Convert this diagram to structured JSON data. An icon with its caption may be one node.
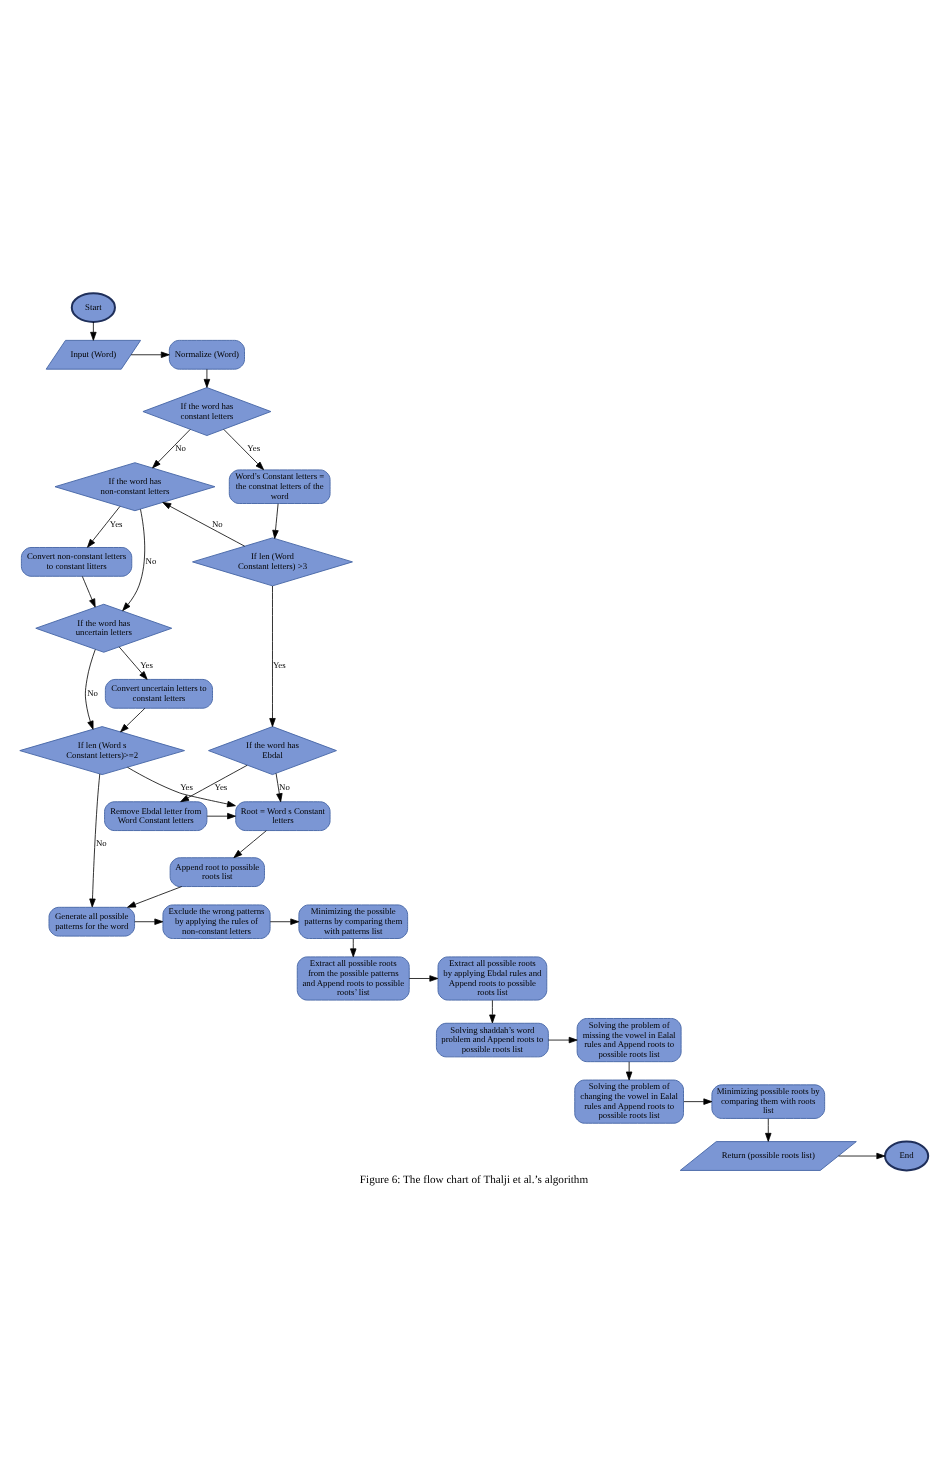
{
  "diagram": {
    "caption": "Figure 6: The flow chart of Thalji et al.’s algorithm",
    "nodes": [
      {
        "text": [
          "Start"
        ]
      },
      {
        "text": [
          "Input (Word)"
        ]
      },
      {
        "text": [
          "Normalize (Word)"
        ]
      },
      {
        "text": [
          "If the word has constant letters"
        ]
      },
      {
        "text": [
          "If the word has non-constant letters"
        ]
      },
      {
        "text": [
          "Word’s Constant letters = the constnat letters of the word"
        ]
      },
      {
        "text": [
          "Convert non-constant letters to constant litters"
        ]
      },
      {
        "text": [
          "If len (Word Constant letters) >3"
        ]
      },
      {
        "text": [
          "If the word has uncertain letters"
        ]
      },
      {
        "text": [
          "Convert uncertain letters to constant letters"
        ]
      },
      {
        "text": [
          "If the word has Ebdal"
        ]
      },
      {
        "text": [
          "Root = Word s Constant letters"
        ]
      },
      {
        "text": [
          "If len (Word s Constant letters)>=2"
        ]
      },
      {
        "text": [
          "Remove Ebdal letter from Word Constant letters"
        ]
      },
      {
        "text": [
          "Append root to possible roots list"
        ]
      },
      {
        "text": [
          "Generate all possible patterns for the word"
        ]
      },
      {
        "text": [
          "Exclude the wrong patterns by applying the rules of non-constant letters"
        ]
      },
      {
        "text": [
          "Minimizing the possible patterns by comparing them with patterns list"
        ]
      },
      {
        "text": [
          "Extract all possible roots by applying Ebdal rules and Append roots to possible roots list"
        ]
      },
      {
        "text": [
          "Extract all possible roots from the possible patterns and Append roots to possible roots’ list"
        ]
      },
      {
        "text": [
          "Solving shaddah’s word problem and Append roots to possible roots list"
        ]
      },
      {
        "text": [
          "Solving the problem of missing the vowel in Ealal rules and Append roots to possible roots list"
        ]
      },
      {
        "text": [
          "Minimizing possible roots by comparing them with roots list"
        ]
      },
      {
        "text": [
          "Solving the problem of changing the vowel in Ealal rules and Append roots to possible roots list"
        ]
      },
      {
        "text": [
          "Return (possible roots list)"
        ]
      },
      {
        "text": [
          "End"
        ]
      }
    ],
    "edges": [
      {
        "from": 0,
        "to": 1,
        "arrow": "to"
      },
      {
        "from": 1,
        "to": 2,
        "arrow": "to"
      },
      {
        "from": 2,
        "to": 3,
        "arrow": "to"
      },
      {
        "from": 3,
        "to": 4,
        "arrow": "to",
        "label": "No"
      },
      {
        "from": 3,
        "to": 5,
        "arrow": "to",
        "label": "Yes"
      },
      {
        "from": 5,
        "to": 7,
        "arrow": "to"
      },
      {
        "from": 7,
        "to": 4,
        "arrow": "to",
        "label": "No"
      },
      {
        "from": 4,
        "to": 6,
        "arrow": "to",
        "label": "Yes"
      },
      {
        "from": 4,
        "to": 8,
        "arrow": "to",
        "label": "No"
      },
      {
        "from": 6,
        "to": 8,
        "arrow": "to"
      },
      {
        "from": 8,
        "to": 9,
        "arrow": "to",
        "label": "Yes"
      },
      {
        "from": 8,
        "to": 12,
        "arrow": "to",
        "label": "No"
      },
      {
        "from": 9,
        "to": 12,
        "arrow": "to"
      },
      {
        "from": 7,
        "to": 10,
        "arrow": "to",
        "label": "Yes"
      },
      {
        "from": 10,
        "to": 11,
        "arrow": "to",
        "label": "No"
      },
      {
        "from": 10,
        "to": 13,
        "arrow": "to",
        "label": "Yes"
      },
      {
        "from": 13,
        "to": 11,
        "arrow": "to"
      },
      {
        "from": 12,
        "to": 11,
        "arrow": "to",
        "label": "Yes"
      },
      {
        "from": 11,
        "to": 14,
        "arrow": "to"
      },
      {
        "from": 12,
        "to": 15,
        "arrow": "to",
        "label": "No"
      },
      {
        "from": 14,
        "to": 15,
        "arrow": "to"
      },
      {
        "from": 15,
        "to": 16,
        "arrow": "to"
      },
      {
        "from": 16,
        "to": 17,
        "arrow": "to"
      },
      {
        "from": 17,
        "to": 19,
        "arrow": "to"
      },
      {
        "from": 19,
        "to": 18,
        "arrow": "to"
      },
      {
        "from": 18,
        "to": 20,
        "arrow": "to"
      },
      {
        "from": 20,
        "to": 21,
        "arrow": "to"
      },
      {
        "from": 21,
        "to": 23,
        "arrow": "to"
      },
      {
        "from": 23,
        "to": 22,
        "arrow": "to"
      },
      {
        "from": 22,
        "to": 24,
        "arrow": "to"
      },
      {
        "from": 24,
        "to": 25,
        "arrow": "to"
      }
    ]
  }
}
